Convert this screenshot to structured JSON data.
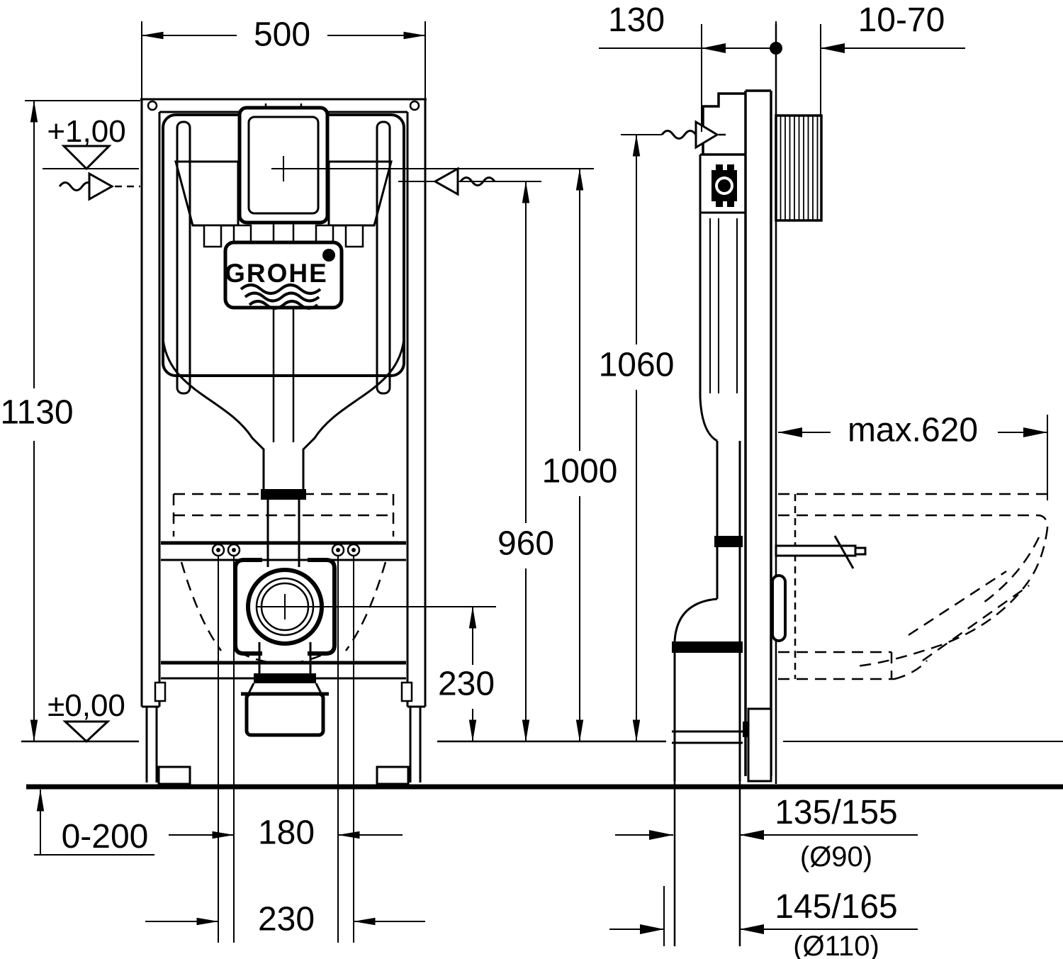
{
  "drawing": {
    "brand": {
      "logo_text": "GROHE"
    },
    "front_view": {
      "dim_width": "500",
      "dim_total_height": "1130",
      "level_plus": "+1,00",
      "level_zero": "±0,00",
      "dim_flush_plate_height": "1000",
      "dim_supply_height": "960",
      "dim_side_supply_height": "1060",
      "dim_drain_center_height": "230",
      "dim_foot_adjust": "0-200",
      "dim_bolt_spacing_inner": "180",
      "dim_bolt_spacing_outer": "230"
    },
    "side_view": {
      "dim_frame_depth": "130",
      "dim_wall_finish": "10-70",
      "dim_pan_depth": "max.620",
      "dim_drain_offset_small": "135/155",
      "dim_drain_dia_small": "(Ø90)",
      "dim_drain_offset_large": "145/165",
      "dim_drain_dia_large": "(Ø110)"
    }
  }
}
